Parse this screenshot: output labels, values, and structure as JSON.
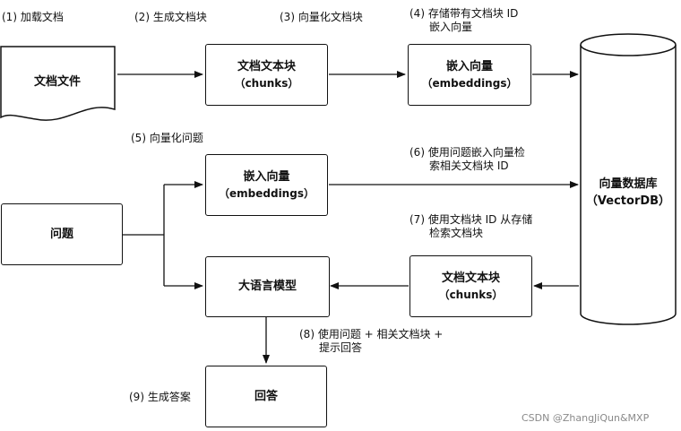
{
  "steps": {
    "s1": "(1) 加载文档",
    "s2": "(2) 生成文档块",
    "s3": "(3) 向量化文档块",
    "s4_line1": "(4) 存储带有文档块 ID",
    "s4_line2": "嵌入向量",
    "s5": "(5) 向量化问题",
    "s6_line1": "(6) 使用问题嵌入向量检",
    "s6_line2": "索相关文档块 ID",
    "s7_line1": "(7) 使用文档块 ID 从存储",
    "s7_line2": "检索文档块",
    "s8_line1": "(8) 使用问题 + 相关文档块 +",
    "s8_line2": "提示回答",
    "s9": "(9) 生成答案"
  },
  "nodes": {
    "doc_file": "文档文件",
    "chunks_top": {
      "title": "文档文本块",
      "sub": "（chunks）"
    },
    "embed_top": {
      "title": "嵌入向量",
      "sub": "（embeddings）"
    },
    "vectordb": {
      "title": "向量数据库",
      "sub": "（VectorDB）"
    },
    "question": "问题",
    "embed_mid": {
      "title": "嵌入向量",
      "sub": "（embeddings）"
    },
    "llm": "大语言模型",
    "chunks_bottom": {
      "title": "文档文本块",
      "sub": "（chunks）"
    },
    "answer": "回答"
  },
  "watermark": "CSDN @ZhangJiQun&MXP",
  "colors": {
    "line": "#111111",
    "background": "#ffffff",
    "watermark": "#8a8a8a"
  }
}
